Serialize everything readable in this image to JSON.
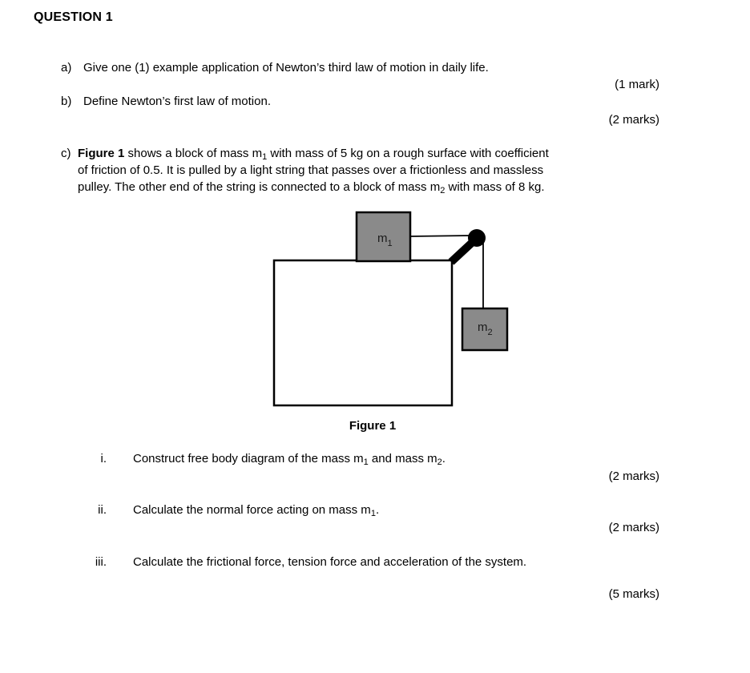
{
  "heading": "QUESTION 1",
  "qa": {
    "label": "a)",
    "text": "Give one (1) example application of Newton’s third law of motion in daily life.",
    "marks": "(1 mark)"
  },
  "qb": {
    "label": "b)",
    "text": "Define Newton’s first law of motion.",
    "marks": "(2 marks)"
  },
  "qc": {
    "label": "c)",
    "line1": {
      "bold": "Figure 1",
      "t1": " shows a block of mass m",
      "sub": "1",
      "t2": " with mass of 5 kg on a rough surface with coefficient"
    },
    "line2": "of friction of 0.5. It is pulled by a light string that passes over a frictionless and massless",
    "line3": {
      "t1": "pulley. The other end of the string is connected to a block of mass m",
      "sub": "2",
      "t2": " with mass of 8 kg."
    }
  },
  "figure": {
    "caption": "Figure 1",
    "m1": {
      "base": "m",
      "sub": "1"
    },
    "m2": {
      "base": "m",
      "sub": "2"
    },
    "block_fill": "#8a8a8a",
    "line_color": "#000000",
    "table_fill": "#ffffff"
  },
  "sub_items": {
    "i": {
      "label": "i.",
      "t1": "Construct free body diagram of the mass m",
      "sub1": "1",
      "t2": " and mass m",
      "sub2": "2",
      "t3": ".",
      "marks": "(2 marks)"
    },
    "ii": {
      "label": "ii.",
      "t1": "Calculate the normal force acting on mass m",
      "sub1": "1",
      "t2": ".",
      "marks": "(2 marks)"
    },
    "iii": {
      "label": "iii.",
      "text": "Calculate the frictional force, tension force and acceleration of the system.",
      "marks": "(5 marks)"
    }
  }
}
